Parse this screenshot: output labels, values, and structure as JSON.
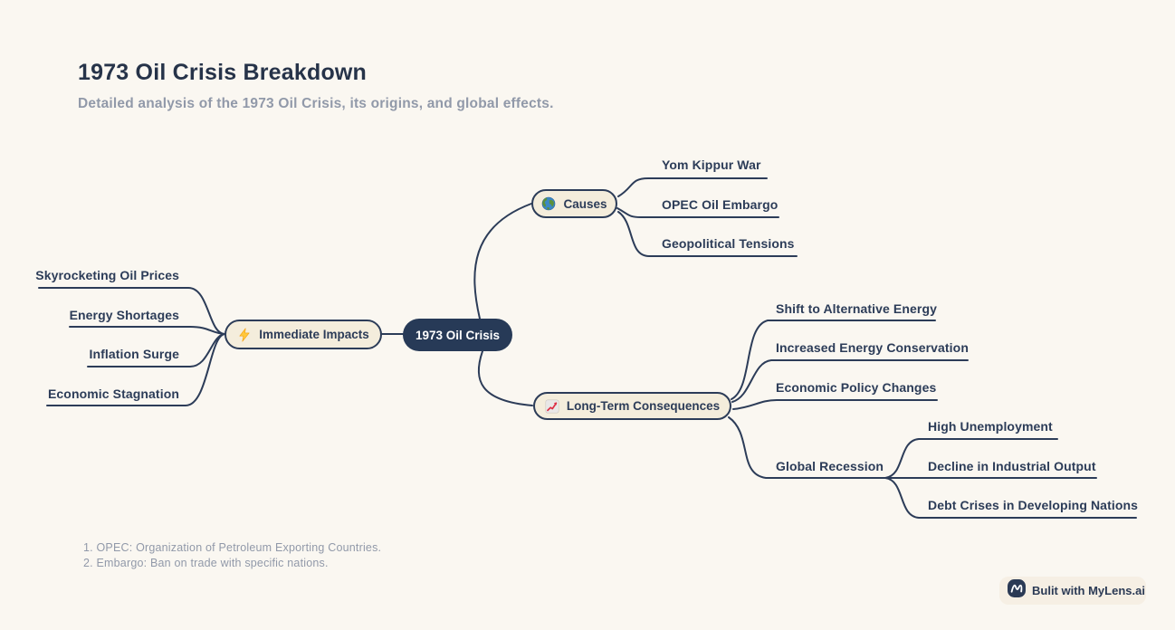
{
  "header": {
    "title": "1973 Oil Crisis Breakdown",
    "subtitle": "Detailed analysis of the 1973 Oil Crisis, its origins, and global effects."
  },
  "mindmap": {
    "root": {
      "label": "1973 Oil Crisis"
    },
    "branches": [
      {
        "label": "Causes",
        "icon": "globe-icon",
        "children": [
          {
            "label": "Yom Kippur War"
          },
          {
            "label": "OPEC Oil Embargo"
          },
          {
            "label": "Geopolitical Tensions"
          }
        ]
      },
      {
        "label": "Immediate Impacts",
        "icon": "lightning-icon",
        "children": [
          {
            "label": "Skyrocketing Oil Prices"
          },
          {
            "label": "Energy Shortages"
          },
          {
            "label": "Inflation Surge"
          },
          {
            "label": "Economic Stagnation"
          }
        ]
      },
      {
        "label": "Long-Term Consequences",
        "icon": "chart-up-icon",
        "children": [
          {
            "label": "Shift to Alternative Energy"
          },
          {
            "label": "Increased Energy Conservation"
          },
          {
            "label": "Economic Policy Changes"
          },
          {
            "label": "Global Recession",
            "children": [
              {
                "label": "High Unemployment"
              },
              {
                "label": "Decline in Industrial Output"
              },
              {
                "label": "Debt Crises in Developing Nations"
              }
            ]
          }
        ]
      }
    ]
  },
  "footnotes": {
    "items": [
      "1. OPEC: Organization of Petroleum Exporting Countries.",
      "2. Embargo: Ban on trade with specific nations."
    ]
  },
  "badge": {
    "label": "Bulit with MyLens.ai"
  },
  "colors": {
    "background": "#FAF7F1",
    "node-fill": "#F4EDDC",
    "line": "#2C3C58",
    "root-fill": "#273A57",
    "root-text": "#FFFFFF",
    "text": "#2C3C58",
    "muted": "#9199A9",
    "badge-bg": "#F6EFE4"
  }
}
